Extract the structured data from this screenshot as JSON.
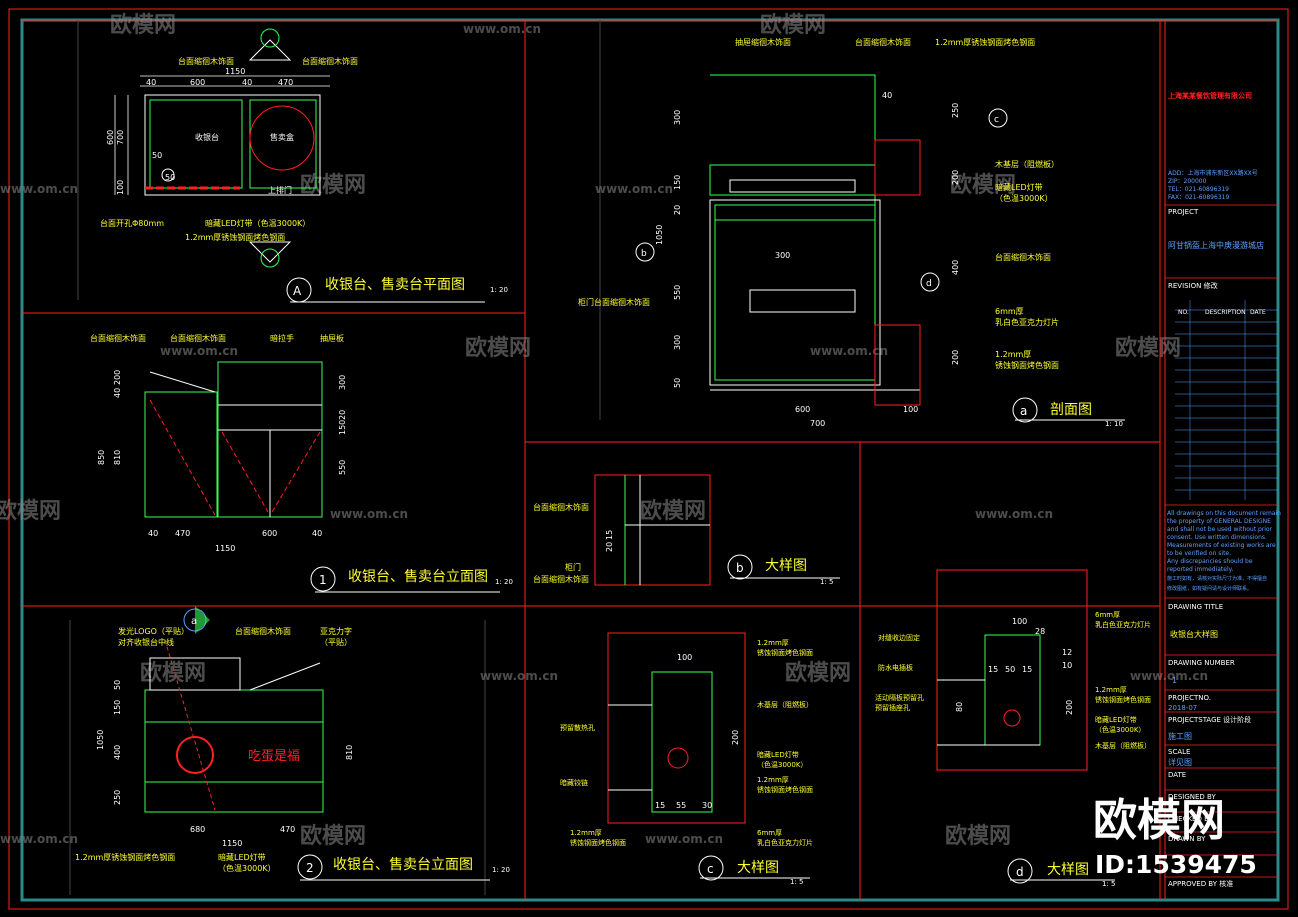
{
  "views": {
    "plan_a": {
      "marker": "A",
      "title": "收银台、售卖台平面图",
      "scale": "1: 20",
      "labels": [
        "台面缩徊木饰面",
        "台面缩徊木饰面",
        "收银台",
        "售卖盒",
        "上排门",
        "台面开孔Φ80mm",
        "暗藏LED灯带（色温3000K）",
        "1.2mm厚锈蚀钢面烤色钢面"
      ],
      "dims": [
        "1150",
        "40",
        "600",
        "40",
        "470",
        "600",
        "700",
        "50",
        "100",
        "50"
      ]
    },
    "elev_1": {
      "marker": "1",
      "title": "收银台、售卖台立面图",
      "scale": "1: 20",
      "labels": [
        "台面缩徊木饰面",
        "台面缩徊木饰面",
        "暗拉手",
        "抽屉板"
      ],
      "dims": [
        "200",
        "40",
        "810",
        "850",
        "300",
        "20",
        "150",
        "550",
        "40",
        "470",
        "600",
        "40",
        "1150"
      ]
    },
    "elev_2": {
      "marker": "2",
      "title": "收银台、售卖台立面图",
      "scale": "1: 20",
      "labels": [
        "发光LOGO（平贴）",
        "对齐收银台中线",
        "台面缩徊木饰面",
        "亚克力字",
        "（平贴）",
        "1.2mm厚锈蚀钢面烤色钢面",
        "暗藏LED灯带",
        "（色温3000K）",
        "吃蛋是福"
      ],
      "dims": [
        "50",
        "150",
        "1050",
        "400",
        "250",
        "810",
        "680",
        "470",
        "1150"
      ],
      "section_marker": "a"
    },
    "section_a": {
      "marker": "a",
      "title": "剖面图",
      "scale": "1: 10",
      "labels": [
        "抽屉缩徊木饰面",
        "台面缩徊木饰面",
        "1.2mm厚锈蚀钢面烤色钢面",
        "木基层（阻燃板）",
        "暗藏LED灯带",
        "（色温3000K）",
        "台面缩徊木饰面",
        "6mm厚",
        "乳白色亚克力灯片",
        "1.2mm厚",
        "锈蚀钢面烤色钢面",
        "柜门台面缩徊木饰面"
      ],
      "dims": [
        "300",
        "150",
        "20",
        "1050",
        "550",
        "300",
        "50",
        "250",
        "200",
        "400",
        "200",
        "40",
        "300",
        "600",
        "100",
        "700"
      ],
      "callouts": [
        "b",
        "c",
        "d"
      ]
    },
    "detail_b": {
      "marker": "b",
      "title": "大样图",
      "scale": "1: 5",
      "labels": [
        "台面缩徊木饰面",
        "柜门",
        "台面缩徊木饰面"
      ],
      "dims": [
        "15",
        "20"
      ]
    },
    "detail_c": {
      "marker": "c",
      "title": "大样图",
      "scale": "1: 5",
      "labels": [
        "1.2mm厚",
        "锈蚀钢面烤色钢面",
        "木基层（阻燃板）",
        "暗藏LED灯带",
        "（色温3000K）",
        "1.2mm厚",
        "锈蚀钢面烤色钢面",
        "预留散热孔",
        "暗藏铰链",
        "1.2mm厚",
        "锈蚀钢面烤色钢面",
        "6mm厚",
        "乳白色亚克力灯片"
      ],
      "dims": [
        "100",
        "200",
        "15",
        "55",
        "30"
      ]
    },
    "detail_d": {
      "marker": "d",
      "title": "大样图",
      "scale": "1: 5",
      "labels": [
        "6mm厚",
        "乳白色亚克力灯片",
        "对缝收边固定",
        "防水电插板",
        "活动隔板预留孔",
        "预留插座孔",
        "1.2mm厚",
        "锈蚀钢面烤色钢面",
        "暗藏LED灯带",
        "（色温3000K）",
        "木基层（阻燃板）"
      ],
      "dims": [
        "100",
        "28",
        "12",
        "15",
        "50",
        "15",
        "80",
        "200",
        "10"
      ]
    }
  },
  "title_block": {
    "company": "上海某某餐饮管理有限公司",
    "address_lines": [
      "ADD：上海市浦东新区XX路XX号",
      "ZIP：200000",
      "TEL：021-60896319",
      "FAX：021-60896319"
    ],
    "project_label": "PROJECT",
    "project_name": "阿甘锅盔上海中庚漫游城店",
    "revision_label": "REVISION 修改",
    "revision_cols": [
      "NO.",
      "DESCRIPTION",
      "DATE"
    ],
    "note_lines": [
      "All drawings on this document remain",
      "the property of GENERAL DESIGNE",
      "and shall not be used without prior",
      "consent. Use written dimensions.",
      "Measurements of existing works are",
      "to be verified on site.",
      "Any discrepancies should be",
      "reported immediately.",
      "施工时如有，请核对实际尺寸为准，不得擅自",
      "修改图纸，如有疑问请与设计师联系。"
    ],
    "drawing_title_label": "DRAWING TITLE",
    "drawing_title": "收银台大样图",
    "drawing_number_label": "DRAWING NUMBER",
    "drawing_number": "1",
    "project_no_label": "PROJECTNO.",
    "project_no": "2018-07",
    "stage_label": "PROJECTSTAGE 设计阶段",
    "stage": "施工图",
    "scale_label": "SCALE",
    "scale": "详见图",
    "date_label": "DATE",
    "designed_label": "DESIGNED BY",
    "checked_label": "CHECKED BY",
    "drawn_label": "DRAWN BY",
    "approved_label": "APPROVED BY 核准"
  },
  "watermark": {
    "brand": "欧模网",
    "site": "www.om.cn",
    "big_brand": "欧模网",
    "id": "ID:1539475"
  },
  "colors": {
    "background": "#000000",
    "frame": "#ff2020",
    "annotation": "#ffff33",
    "text": "#ffffff",
    "green": "#33ff55",
    "blue": "#5aa0ff"
  }
}
